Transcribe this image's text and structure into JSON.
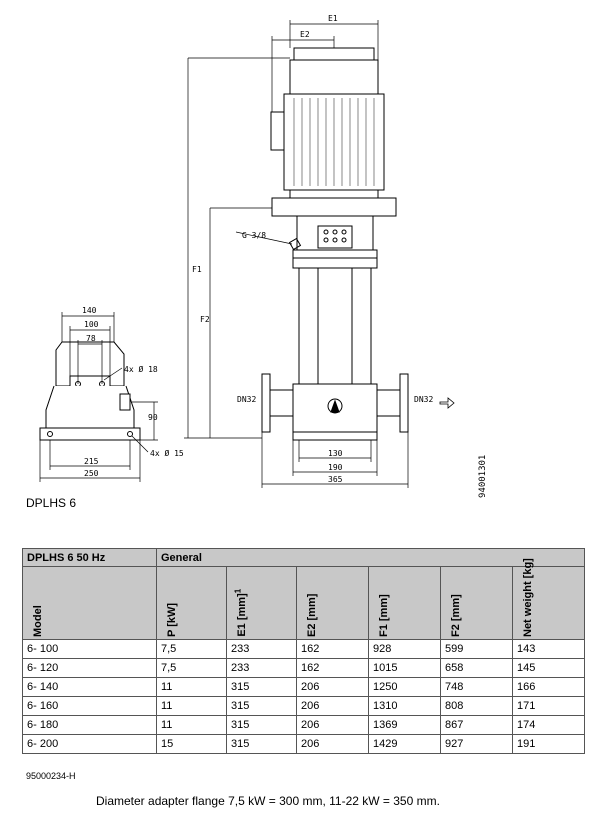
{
  "dims": {
    "e1": "E1",
    "e2": "E2",
    "f1": "F1",
    "f2": "F2",
    "g": "G 3/8",
    "dn_left": "DN32",
    "dn_right": "DN32",
    "w130": "130",
    "w190": "190",
    "w365": "365",
    "s140": "140",
    "s100": "100",
    "s78": "78",
    "hole18": "4x Ø 18",
    "h90": "90",
    "hole15": "4x Ø 15",
    "w215": "215",
    "w250": "250"
  },
  "drawing_caption": "DPLHS 6",
  "drawing_id": "94001301",
  "table": {
    "title": "DPLHS 6 50 Hz",
    "group": "General",
    "columns": [
      "Model",
      "P [kW]",
      "E1 [mm]",
      "E2 [mm]",
      "F1 [mm]",
      "F2 [mm]",
      "Net weight [kg]"
    ],
    "e1_note_mark": "1",
    "rows": [
      [
        "6- 100",
        "7,5",
        "233",
        "162",
        "928",
        "599",
        "143"
      ],
      [
        "6- 120",
        "7,5",
        "233",
        "162",
        "1015",
        "658",
        "145"
      ],
      [
        "6- 140",
        "11",
        "315",
        "206",
        "1250",
        "748",
        "166"
      ],
      [
        "6- 160",
        "11",
        "315",
        "206",
        "1310",
        "808",
        "171"
      ],
      [
        "6- 180",
        "11",
        "315",
        "206",
        "1369",
        "867",
        "174"
      ],
      [
        "6- 200",
        "15",
        "315",
        "206",
        "1429",
        "927",
        "191"
      ]
    ]
  },
  "footer": {
    "code": "95000234-H",
    "note": "Diameter adapter flange 7,5 kW = 300 mm, 11-22 kW = 350 mm."
  }
}
